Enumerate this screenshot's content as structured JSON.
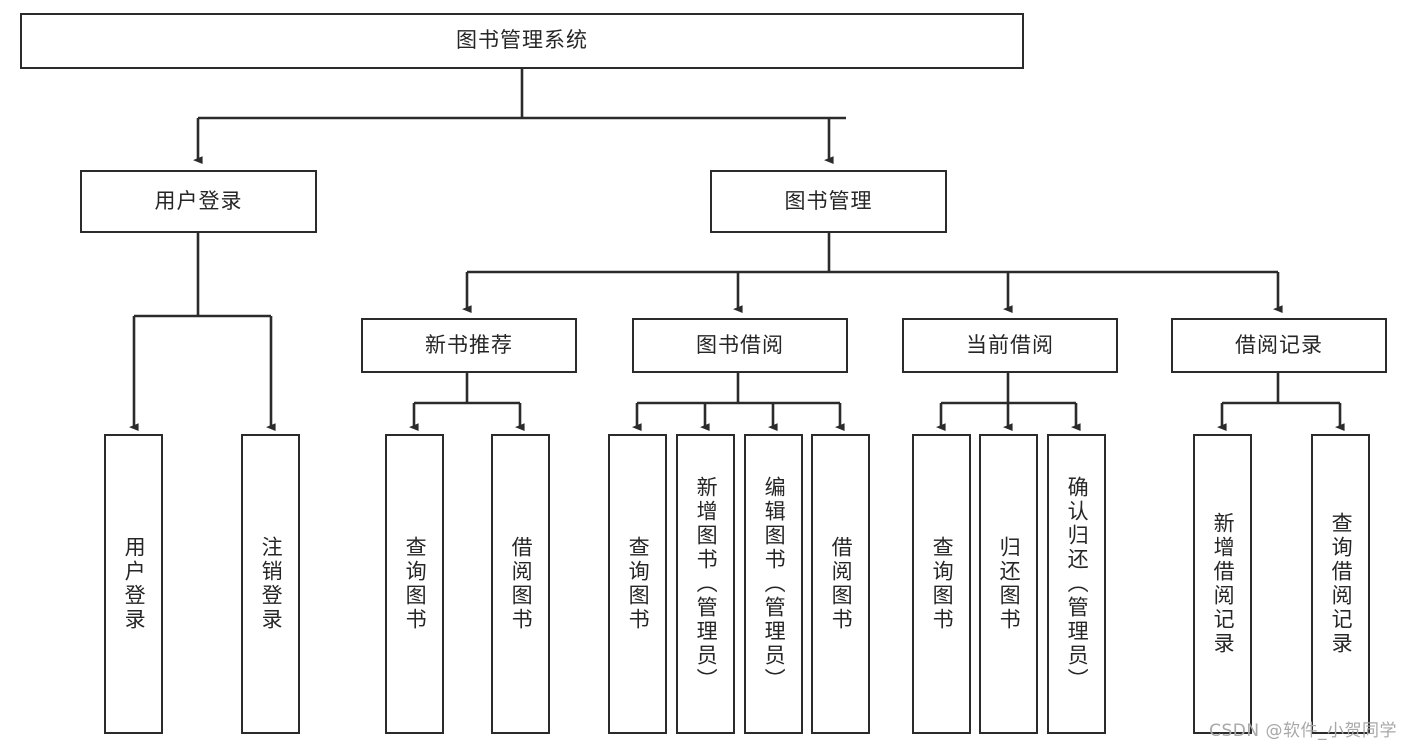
{
  "diagram": {
    "type": "tree-hierarchy",
    "title": "图书管理系统",
    "watermark": "CSDN @软件_小贺同学",
    "colors": {
      "stroke": "#2b2b2b",
      "fill": "#ffffff",
      "text": "#262626",
      "watermark": "#a8a8a8"
    },
    "root": {
      "label": "图书管理系统",
      "orientation": "horizontal"
    },
    "level1": [
      {
        "label": "用户登录",
        "orientation": "horizontal"
      },
      {
        "label": "图书管理",
        "orientation": "horizontal"
      }
    ],
    "level2": [
      {
        "label": "新书推荐",
        "orientation": "horizontal"
      },
      {
        "label": "图书借阅",
        "orientation": "horizontal"
      },
      {
        "label": "当前借阅",
        "orientation": "horizontal"
      },
      {
        "label": "借阅记录",
        "orientation": "horizontal"
      }
    ],
    "leaves": {
      "user_login": [
        {
          "label": "用户登录",
          "orientation": "vertical"
        },
        {
          "label": "注销登录",
          "orientation": "vertical"
        }
      ],
      "new_book_recommend": [
        {
          "label": "查询图书",
          "orientation": "vertical"
        },
        {
          "label": "借阅图书",
          "orientation": "vertical"
        }
      ],
      "book_borrow": [
        {
          "label": "查询图书",
          "orientation": "vertical"
        },
        {
          "label": "新增图书（管理员）",
          "orientation": "vertical"
        },
        {
          "label": "编辑图书（管理员）",
          "orientation": "vertical"
        },
        {
          "label": "借阅图书",
          "orientation": "vertical"
        }
      ],
      "current_borrow": [
        {
          "label": "查询图书",
          "orientation": "vertical"
        },
        {
          "label": "归还图书",
          "orientation": "vertical"
        },
        {
          "label": "确认归还（管理员）",
          "orientation": "vertical"
        }
      ],
      "borrow_records": [
        {
          "label": "新增借阅记录",
          "orientation": "vertical"
        },
        {
          "label": "查询借阅记录",
          "orientation": "vertical"
        }
      ]
    }
  }
}
